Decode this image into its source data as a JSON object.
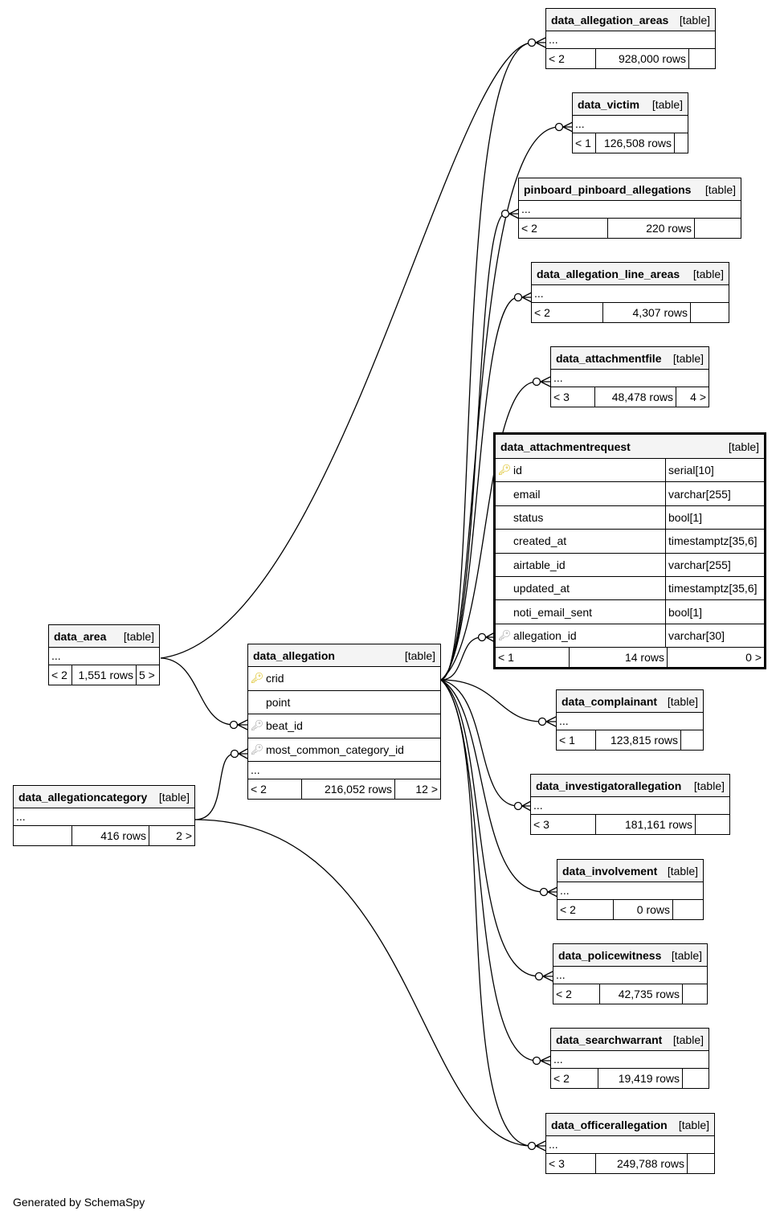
{
  "footer_text": "Generated by SchemaSpy",
  "tables": {
    "data_allegation_areas": {
      "name": "data_allegation_areas",
      "kind": "[table]",
      "ellipsis": "...",
      "left": "< 2",
      "rows": "928,000 rows",
      "right": ""
    },
    "data_victim": {
      "name": "data_victim",
      "kind": "[table]",
      "ellipsis": "...",
      "left": "< 1",
      "rows": "126,508 rows",
      "right": ""
    },
    "pinboard_pinboard_allegations": {
      "name": "pinboard_pinboard_allegations",
      "kind": "[table]",
      "ellipsis": "...",
      "left": "< 2",
      "rows": "220 rows",
      "right": ""
    },
    "data_allegation_line_areas": {
      "name": "data_allegation_line_areas",
      "kind": "[table]",
      "ellipsis": "...",
      "left": "< 2",
      "rows": "4,307 rows",
      "right": ""
    },
    "data_attachmentfile": {
      "name": "data_attachmentfile",
      "kind": "[table]",
      "ellipsis": "...",
      "left": "< 3",
      "rows": "48,478 rows",
      "right": "4 >"
    },
    "data_complainant": {
      "name": "data_complainant",
      "kind": "[table]",
      "ellipsis": "...",
      "left": "< 1",
      "rows": "123,815 rows",
      "right": ""
    },
    "data_investigatorallegation": {
      "name": "data_investigatorallegation",
      "kind": "[table]",
      "ellipsis": "...",
      "left": "< 3",
      "rows": "181,161 rows",
      "right": ""
    },
    "data_involvement": {
      "name": "data_involvement",
      "kind": "[table]",
      "ellipsis": "...",
      "left": "< 2",
      "rows": "0 rows",
      "right": ""
    },
    "data_policewitness": {
      "name": "data_policewitness",
      "kind": "[table]",
      "ellipsis": "...",
      "left": "< 2",
      "rows": "42,735 rows",
      "right": ""
    },
    "data_searchwarrant": {
      "name": "data_searchwarrant",
      "kind": "[table]",
      "ellipsis": "...",
      "left": "< 2",
      "rows": "19,419 rows",
      "right": ""
    },
    "data_officerallegation": {
      "name": "data_officerallegation",
      "kind": "[table]",
      "ellipsis": "...",
      "left": "< 3",
      "rows": "249,788 rows",
      "right": ""
    },
    "data_area": {
      "name": "data_area",
      "kind": "[table]",
      "ellipsis": "...",
      "left": "< 2",
      "rows": "1,551 rows",
      "right": "5 >"
    },
    "data_allegationcategory": {
      "name": "data_allegationcategory",
      "kind": "[table]",
      "ellipsis": "...",
      "left": "",
      "rows": "416 rows",
      "right": "2 >"
    }
  },
  "data_allegation": {
    "name": "data_allegation",
    "kind": "[table]",
    "columns": [
      {
        "name": "crid",
        "key": "pk"
      },
      {
        "name": "point",
        "key": ""
      },
      {
        "name": "beat_id",
        "key": "fk"
      },
      {
        "name": "most_common_category_id",
        "key": "fk"
      }
    ],
    "ellipsis": "...",
    "left": "< 2",
    "rows": "216,052 rows",
    "right": "12 >"
  },
  "data_attachmentrequest": {
    "name": "data_attachmentrequest",
    "kind": "[table]",
    "columns": [
      {
        "name": "id",
        "type": "serial[10]",
        "key": "pk"
      },
      {
        "name": "email",
        "type": "varchar[255]",
        "key": ""
      },
      {
        "name": "status",
        "type": "bool[1]",
        "key": ""
      },
      {
        "name": "created_at",
        "type": "timestamptz[35,6]",
        "key": ""
      },
      {
        "name": "airtable_id",
        "type": "varchar[255]",
        "key": ""
      },
      {
        "name": "updated_at",
        "type": "timestamptz[35,6]",
        "key": ""
      },
      {
        "name": "noti_email_sent",
        "type": "bool[1]",
        "key": ""
      },
      {
        "name": "allegation_id",
        "type": "varchar[30]",
        "key": "fk"
      }
    ],
    "left": "< 1",
    "rows": "14 rows",
    "right": "0 >"
  }
}
